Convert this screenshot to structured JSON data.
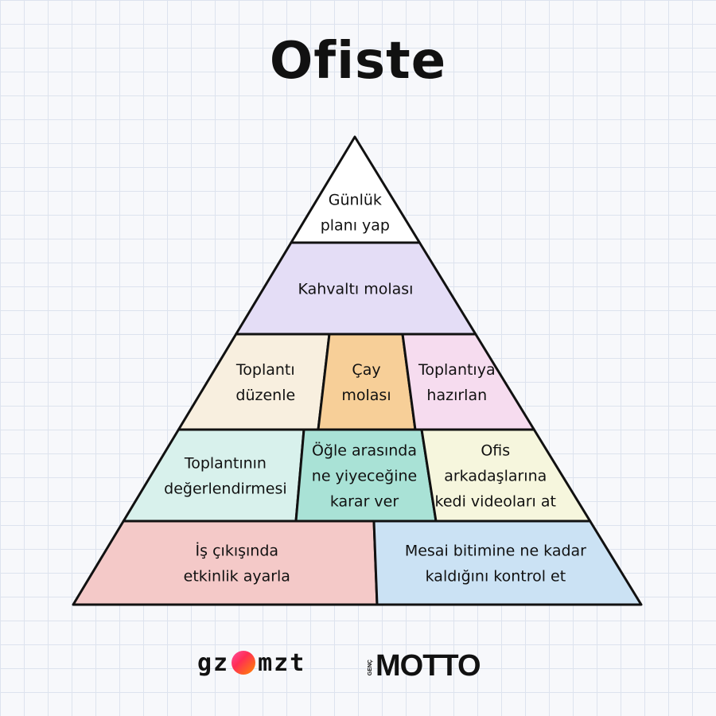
{
  "title": "Ofiste",
  "logos": {
    "left_a": "gz",
    "left_b": "mzt",
    "right_small": "GENÇ",
    "right_main": "MOTTO"
  },
  "colors": {
    "outline": "#111111",
    "purple": "#e4ddf6",
    "cream": "#f8efdf",
    "orange": "#f7cf98",
    "pink": "#f6dcef",
    "mint": "#d8f1ec",
    "teal": "#a9e2d6",
    "yellow": "#f6f6dd",
    "rose": "#f4c9c8",
    "blue": "#cbe2f4"
  },
  "pyramid": {
    "levels": [
      {
        "cells": [
          {
            "lines": [
              "Günlük",
              "planı yap"
            ],
            "color": ""
          }
        ]
      },
      {
        "cells": [
          {
            "lines": [
              "Kahvaltı molası"
            ],
            "color": "purple"
          }
        ]
      },
      {
        "cells": [
          {
            "lines": [
              "Toplantı",
              "düzenle"
            ],
            "color": "cream"
          },
          {
            "lines": [
              "Çay",
              "molası"
            ],
            "color": "orange"
          },
          {
            "lines": [
              "Toplantıya",
              "hazırlan"
            ],
            "color": "pink"
          }
        ]
      },
      {
        "cells": [
          {
            "lines": [
              "Toplantının",
              "değerlendirmesi"
            ],
            "color": "mint"
          },
          {
            "lines": [
              "Öğle arasında",
              "ne yiyeceğine",
              "karar ver"
            ],
            "color": "teal"
          },
          {
            "lines": [
              "Ofis",
              "arkadaşlarına",
              "kedi videoları at"
            ],
            "color": "yellow"
          }
        ]
      },
      {
        "cells": [
          {
            "lines": [
              "İş çıkışında",
              "etkinlik ayarla"
            ],
            "color": "rose"
          },
          {
            "lines": [
              "Mesai bitimine ne kadar",
              "kaldığını kontrol et"
            ],
            "color": "blue"
          }
        ]
      }
    ]
  }
}
